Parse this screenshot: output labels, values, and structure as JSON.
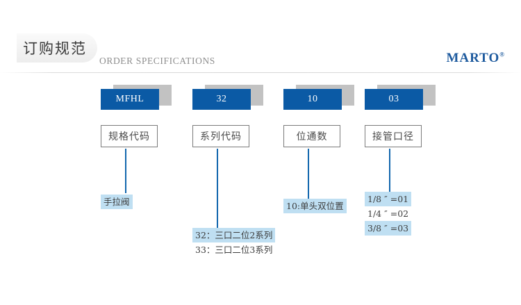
{
  "header": {
    "title": "订购规范",
    "subtitle": "ORDER SPECIFICATIONS",
    "brand": "MARTO",
    "brand_mark": "®",
    "accent_color": "#0b5aa5",
    "highlight_color": "#bfdff2"
  },
  "columns": [
    {
      "code": "MFHL",
      "label": "规格代码",
      "connector_height": 64,
      "options": [
        {
          "text": "手拉阀",
          "highlighted": true
        }
      ]
    },
    {
      "code": "32",
      "label": "系列代码",
      "connector_height": 118,
      "options": [
        {
          "text": "32：三口二位2系列",
          "highlighted": true
        },
        {
          "text": "33：三口二位3系列",
          "highlighted": false
        }
      ]
    },
    {
      "code": "10",
      "label": "位通数",
      "connector_height": 78,
      "options": [
        {
          "text": "10:单头双位置",
          "highlighted": true
        }
      ]
    },
    {
      "code": "03",
      "label": "接管口径",
      "connector_height": 68,
      "options": [
        {
          "text": "1/8 ″ =01",
          "highlighted": true
        },
        {
          "text": "1/4 ″ =02",
          "highlighted": false
        },
        {
          "text": "3/8 ″ =03",
          "highlighted": true
        }
      ]
    }
  ],
  "layout": {
    "column_left": [
      145,
      277,
      408,
      525
    ],
    "options_top": [
      152,
      200,
      158,
      148
    ]
  }
}
